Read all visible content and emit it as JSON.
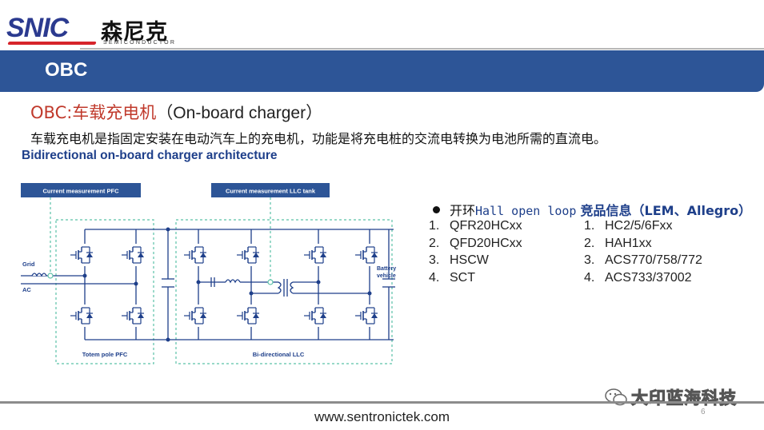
{
  "logo": {
    "brand": "SNIC",
    "brand_cn": "森尼克",
    "tagline": "SEMICONDUCTOR"
  },
  "header": {
    "title": "OBC"
  },
  "subtitle": {
    "cn": "OBC:车载充电机",
    "en": "（On-board charger）"
  },
  "description": "车载充电机是指固定安装在电动汽车上的充电机，功能是将充电桩的交流电转换为电池所需的直流电。",
  "figure": {
    "title": "Bidirectional on-board charger architecture",
    "labels": {
      "cm_pfc": "Current measurement PFC",
      "cm_llc": "Current measurement LLC tank",
      "grid": "Grid",
      "ac": "AC",
      "battery": "Battery",
      "vehicle": "vehicle",
      "totem": "Totem pole PFC",
      "llc": "Bi-directional LLC"
    }
  },
  "info": {
    "bullet_cn": "开环",
    "bullet_en": "Hall open loop",
    "comp_title": "竞品信息（LEM、Allegro）",
    "left_list": [
      {
        "n": "1.",
        "text": "QFR20HCxx"
      },
      {
        "n": "2.",
        "text": "QFD20HCxx"
      },
      {
        "n": "3.",
        "text": "HSCW"
      },
      {
        "n": "4.",
        "text": "SCT"
      }
    ],
    "right_list": [
      {
        "n": "1.",
        "text": "HC2/5/6Fxx"
      },
      {
        "n": "2.",
        "text": "HAH1xx"
      },
      {
        "n": "3.",
        "text": "ACS770/758/772"
      },
      {
        "n": "4.",
        "text": "ACS733/37002"
      }
    ]
  },
  "footer": {
    "url": "www.sentronictek.com",
    "page": "6",
    "watermark": "大印蓝海科技"
  },
  "colors": {
    "header": "#2d5597",
    "accent_red": "#c0392b",
    "diagram_blue": "#1e3f8a",
    "dashed_green": "#5bc2a8"
  }
}
